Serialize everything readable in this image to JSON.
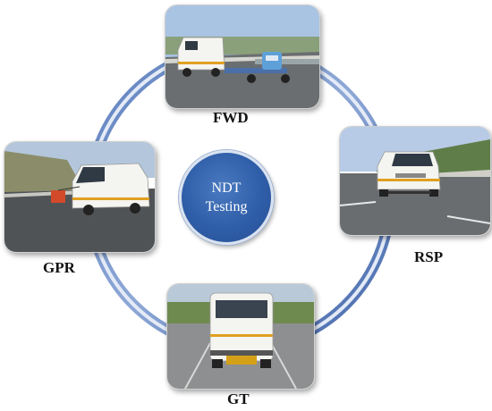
{
  "diagram": {
    "center": {
      "line1": "NDT",
      "line2": "Testing"
    },
    "nodes": [
      {
        "id": "fwd",
        "label": "FWD"
      },
      {
        "id": "rsp",
        "label": "RSP"
      },
      {
        "id": "gt",
        "label": "GT"
      },
      {
        "id": "gpr",
        "label": "GPR"
      }
    ]
  },
  "colors": {
    "ring_outer": "#3f63a8",
    "ring_inner": "#c9d7ee",
    "hub": "#2f5ea8",
    "van": "#f4f4f0",
    "road": "#5f6266"
  }
}
